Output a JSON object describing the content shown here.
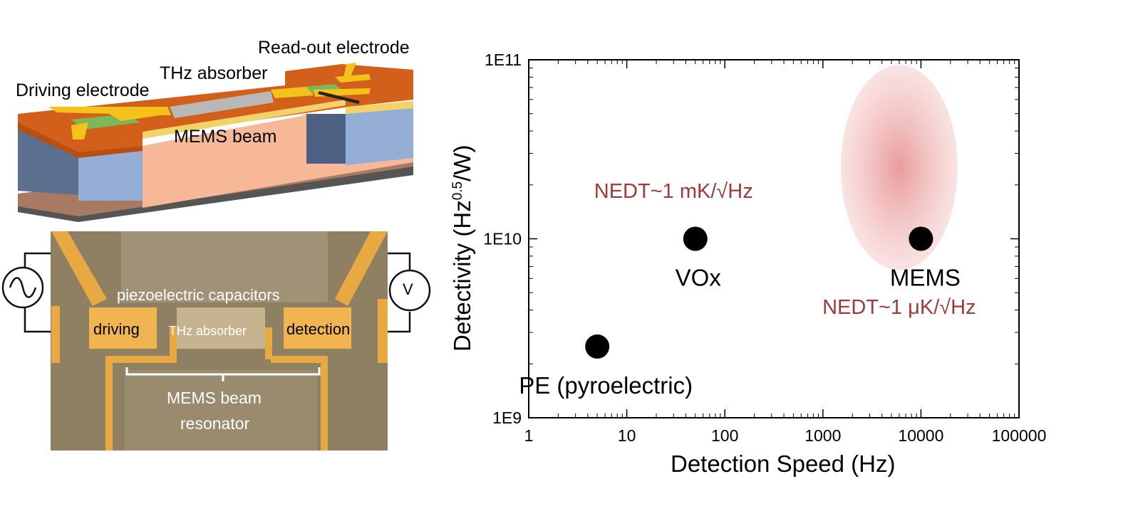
{
  "device_labels": {
    "readout": "Read-out electrode",
    "absorber": "THz absorber",
    "driving": "Driving electrode",
    "beam": "MEMS beam"
  },
  "photo_labels": {
    "capacitors": "piezoelectric capacitors",
    "driving": "driving",
    "absorber": "THz absorber",
    "detection": "detection",
    "resonator_1": "MEMS beam",
    "resonator_2": "resonator",
    "voltmeter": "V"
  },
  "chart_data": {
    "type": "scatter",
    "xlabel": "Detection Speed (Hz)",
    "ylabel_main": "Detectivity (Hz",
    "ylabel_sup": "0.5",
    "ylabel_tail": "/W)",
    "x_scale": "log",
    "y_scale": "log",
    "xlim": [
      1,
      100000
    ],
    "ylim": [
      1000000000,
      100000000000
    ],
    "x_tick_values": [
      1,
      10,
      100,
      1000,
      10000,
      100000
    ],
    "x_tick_labels": [
      "1",
      "10",
      "100",
      "1000",
      "10000",
      "100000"
    ],
    "y_tick_values": [
      1000000000,
      10000000000,
      100000000000
    ],
    "y_tick_labels": [
      "1E9",
      "1E10",
      "1E11"
    ],
    "points": [
      {
        "label": "PE (pyroelectric)",
        "x": 5,
        "y": 2500000000
      },
      {
        "label": "VOx",
        "x": 50,
        "y": 10000000000
      },
      {
        "label": "MEMS",
        "x": 10000,
        "y": 10000000000
      }
    ],
    "annotations": [
      {
        "text": "NEDT~1 mK/√Hz",
        "color": "#9e3a3a"
      },
      {
        "text": "NEDT~1 μK/√Hz",
        "color": "#9e3a3a"
      }
    ],
    "highlight_region": {
      "x_center": 6000,
      "y_center": 25000000000,
      "color": "#e07a7a"
    },
    "grid": false,
    "legend": "none"
  }
}
